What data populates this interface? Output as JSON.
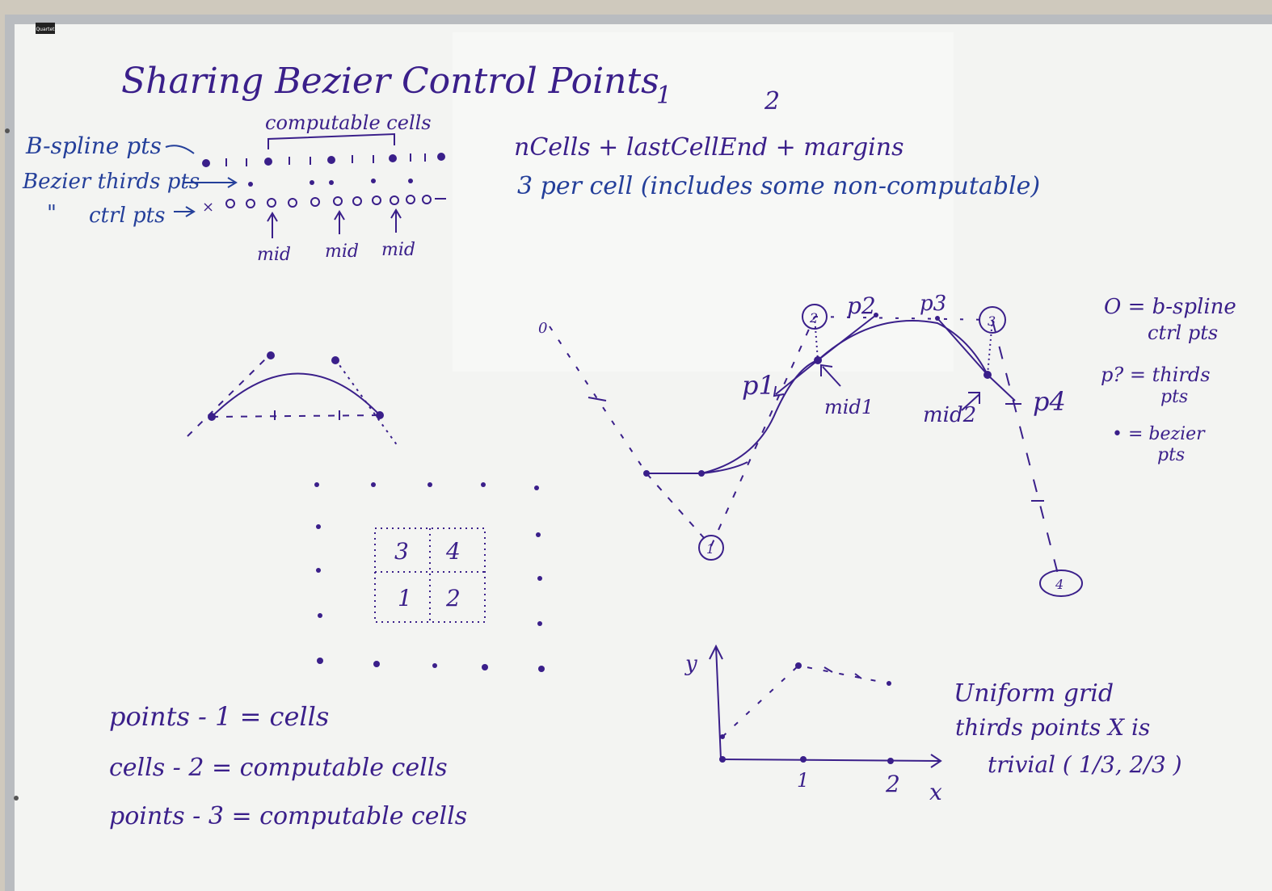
{
  "board": {
    "title": "Sharing Bezier Control Points",
    "brand": "Quartet",
    "ink_colors": {
      "purple": "#3a1f8a",
      "blue": "#243f9a"
    }
  },
  "top_left": {
    "computable_label": "computable cells",
    "bspline_label": "B-spline pts",
    "bezier_thirds_label": "Bezier thirds pts",
    "ditto": "\"",
    "ctrl_label": "ctrl pts",
    "x_mark": "×",
    "mid_labels": [
      "mid",
      "mid",
      "mid"
    ]
  },
  "top_right": {
    "col1": "1",
    "col2": "2",
    "line1": "nCells + lastCellEnd + margins",
    "line2": "3 per cell (includes some non-computable)"
  },
  "curve_diagram": {
    "b_labels": [
      "0",
      "1",
      "2",
      "3",
      "4"
    ],
    "p_labels": [
      "p1",
      "p2",
      "p3",
      "p4"
    ],
    "mid_labels": [
      "mid1",
      "mid2"
    ]
  },
  "legend": {
    "line1": "O = b-spline",
    "line2": "ctrl pts",
    "line3": "p? = thirds",
    "line4": "pts",
    "line5": "• = bezier",
    "line6": "pts"
  },
  "grid": {
    "cells": [
      "3",
      "4",
      "1",
      "2"
    ]
  },
  "formulas": [
    "points - 1 = cells",
    "cells - 2 = computable cells",
    "points - 3 = computable cells"
  ],
  "axes": {
    "y": "y",
    "x": "x",
    "tick1": "1",
    "tick2": "2"
  },
  "uniform_note": {
    "line1": "Uniform grid",
    "line2": "thirds points X is",
    "line3": "trivial ( 1/3, 2/3 )"
  }
}
